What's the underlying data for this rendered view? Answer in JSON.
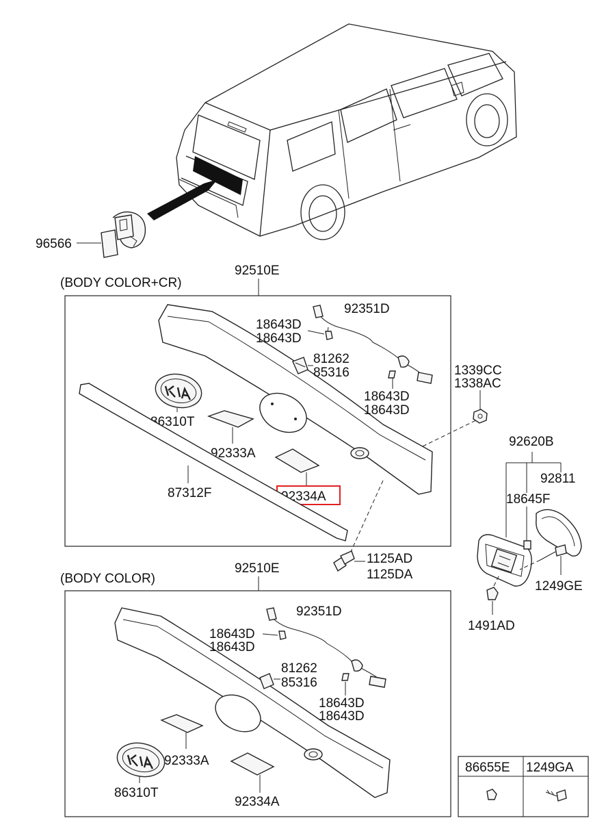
{
  "labels": {
    "p96566": "96566",
    "p92510E_top": "92510E",
    "section_top": "(BODY COLOR+CR)",
    "p92351D_top": "92351D",
    "p18643D_t1": "18643D",
    "p18643D_t2": "18643D",
    "p81262_top": "81262",
    "p85316_top": "85316",
    "p18643D_t3": "18643D",
    "p18643D_t4": "18643D",
    "p86310T_top": "86310T",
    "p92333A_top": "92333A",
    "p92334A_top": "92334A",
    "p87312F": "87312F",
    "p1339CC": "1339CC",
    "p1338AC": "1338AC",
    "p1125AD": "1125AD",
    "p1125DA": "1125DA",
    "p92620B": "92620B",
    "p92811": "92811",
    "p18645F": "18645F",
    "p1249GE": "1249GE",
    "p1491AD": "1491AD",
    "p92510E_bot": "92510E",
    "section_bot": "(BODY COLOR)",
    "p92351D_bot": "92351D",
    "p18643D_b1": "18643D",
    "p18643D_b2": "18643D",
    "p81262_bot": "81262",
    "p85316_bot": "85316",
    "p18643D_b3": "18643D",
    "p18643D_b4": "18643D",
    "p92333A_bot": "92333A",
    "p86310T_bot": "86310T",
    "p92334A_bot": "92334A",
    "legend_1": "86655E",
    "legend_2": "1249GA"
  },
  "colors": {
    "highlight": "#e02020",
    "line": "#222222"
  }
}
